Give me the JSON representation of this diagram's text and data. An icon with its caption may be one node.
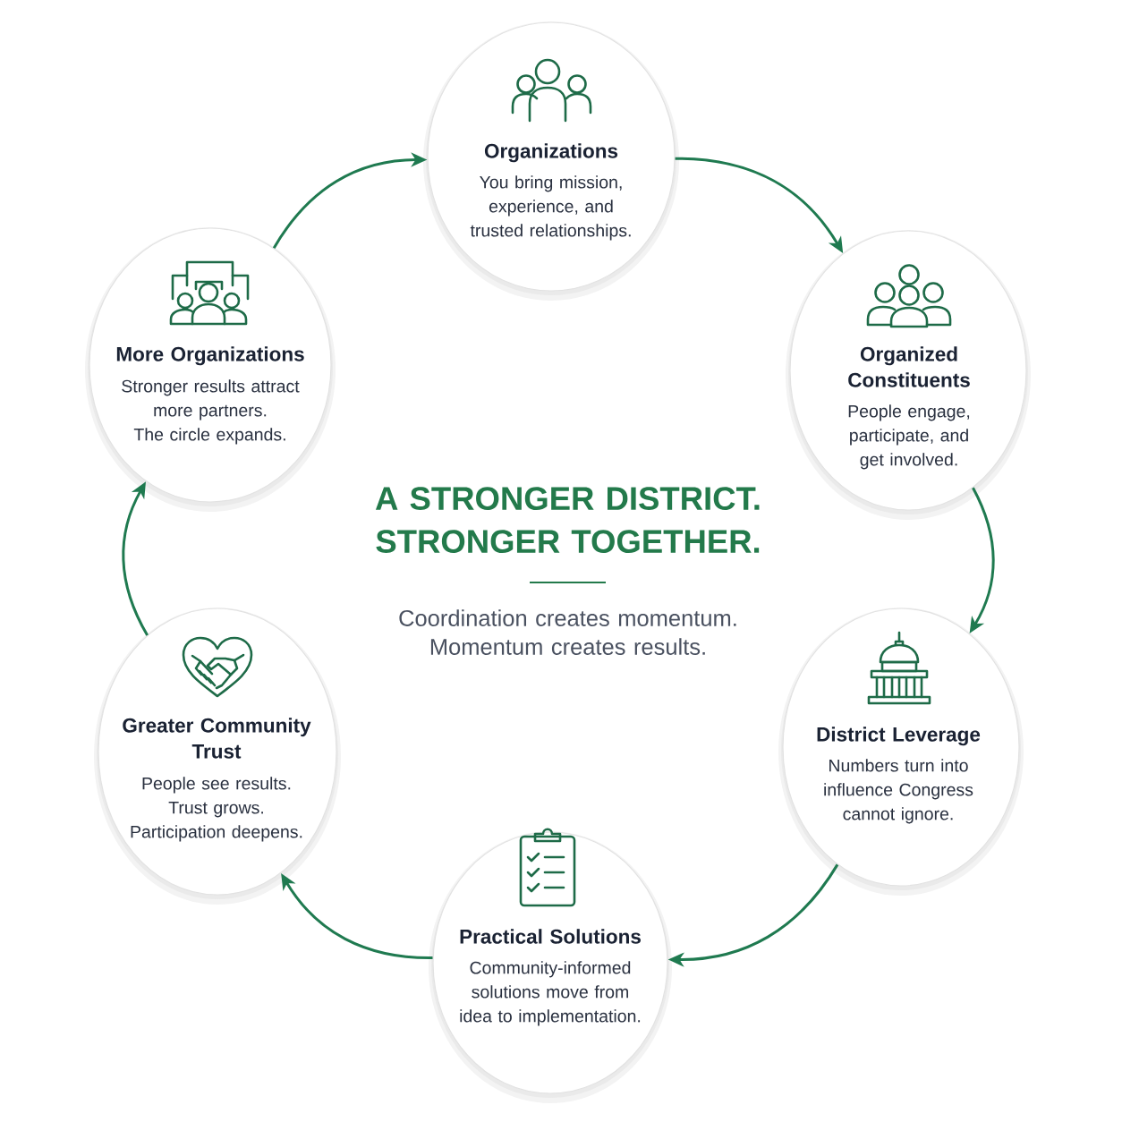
{
  "diagram": {
    "title": "A STRONGER DISTRICT. STRONGER TOGETHER.",
    "nodes": [
      {
        "text": [
          "Organizations",
          "You bring mission, experience, and trusted relationships."
        ]
      },
      {
        "text": [
          "Organized Constituents",
          "People engage, participate, and get involved."
        ]
      },
      {
        "text": [
          "District Leverage",
          "Numbers turn into influence Congress cannot ignore."
        ]
      },
      {
        "text": [
          "Practical Solutions",
          "Community-informed solutions move from idea to implementation."
        ]
      },
      {
        "text": [
          "Greater Community Trust",
          "People see results. Trust grows. Participation deepens."
        ]
      },
      {
        "text": [
          "More Organizations",
          "Stronger results attract more partners. The circle expands."
        ]
      }
    ],
    "edges": [
      {
        "from": 0,
        "to": 1,
        "arrow": "to"
      },
      {
        "from": 1,
        "to": 2,
        "arrow": "to"
      },
      {
        "from": 2,
        "to": 3,
        "arrow": "to"
      },
      {
        "from": 3,
        "to": 4,
        "arrow": "to"
      },
      {
        "from": 4,
        "to": 5,
        "arrow": "to"
      },
      {
        "from": 5,
        "to": 0,
        "arrow": "to"
      }
    ],
    "labels": [
      "Coordination creates momentum. Momentum creates results."
    ]
  }
}
